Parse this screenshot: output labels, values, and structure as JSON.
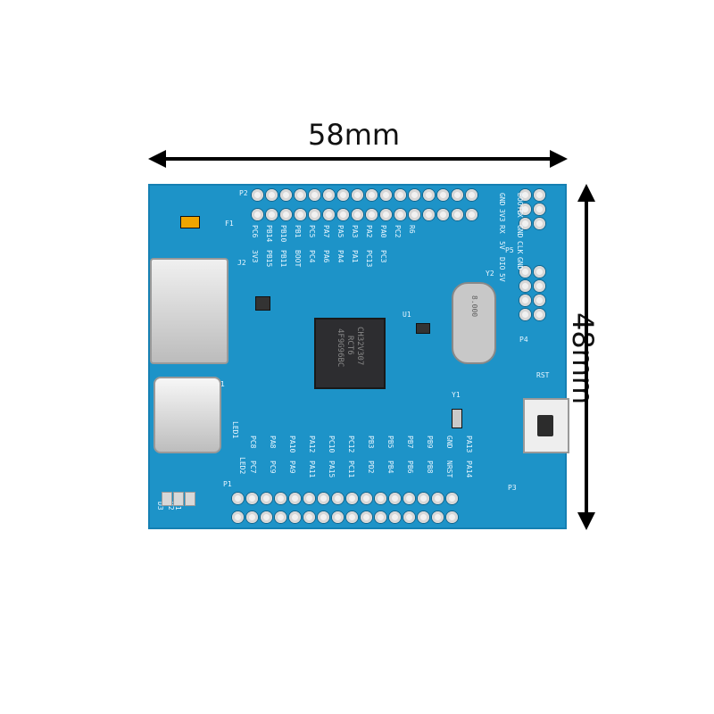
{
  "dimensions": {
    "width": "58mm",
    "height": "48mm"
  },
  "silkscreen": {
    "top_header_labels": [
      "PC6",
      "PB14",
      "PB10",
      "PB1",
      "PC5",
      "PA7",
      "PA5",
      "PA3",
      "PA2",
      "PA0",
      "PC2",
      "R6"
    ],
    "top_header_sub": [
      "3V3",
      "PB15",
      "PB11",
      "BOOT",
      "PC4",
      "PA6",
      "PA4",
      "PA1",
      "PC13",
      "PC3"
    ],
    "bottom_header_labels": [
      "PC8",
      "PA8",
      "PA10",
      "PA12",
      "PC10",
      "PC12",
      "PB3",
      "PB5",
      "PB7",
      "PB9",
      "GND",
      "PA13"
    ],
    "bottom_header_sub": [
      "PC7",
      "PC9",
      "PA9",
      "PA11",
      "PA15",
      "PC11",
      "PD2",
      "PB4",
      "PB6",
      "PB8",
      "NRST",
      "PA14"
    ],
    "right_side_labels": [
      "GND",
      "BOOT0",
      "3V3",
      "TX",
      "RX",
      "GND",
      "5V",
      "CLK",
      "DIO",
      "GND",
      "5V"
    ],
    "chip_text": [
      "CH32V307",
      "RCT6",
      "4F9G96BC"
    ],
    "crystal_text": "8.000",
    "labels": {
      "p2": "P2",
      "p1": "P1",
      "p3": "P3",
      "p4": "P4",
      "p5": "P5",
      "j1": "J1",
      "j2": "J2",
      "f1": "F1",
      "u1": "U1",
      "y1": "Y1",
      "y2": "Y2",
      "rst": "RST",
      "led1": "LED1",
      "led2": "LED2",
      "d1": "D1",
      "d2": "D2",
      "d3": "D3"
    }
  }
}
